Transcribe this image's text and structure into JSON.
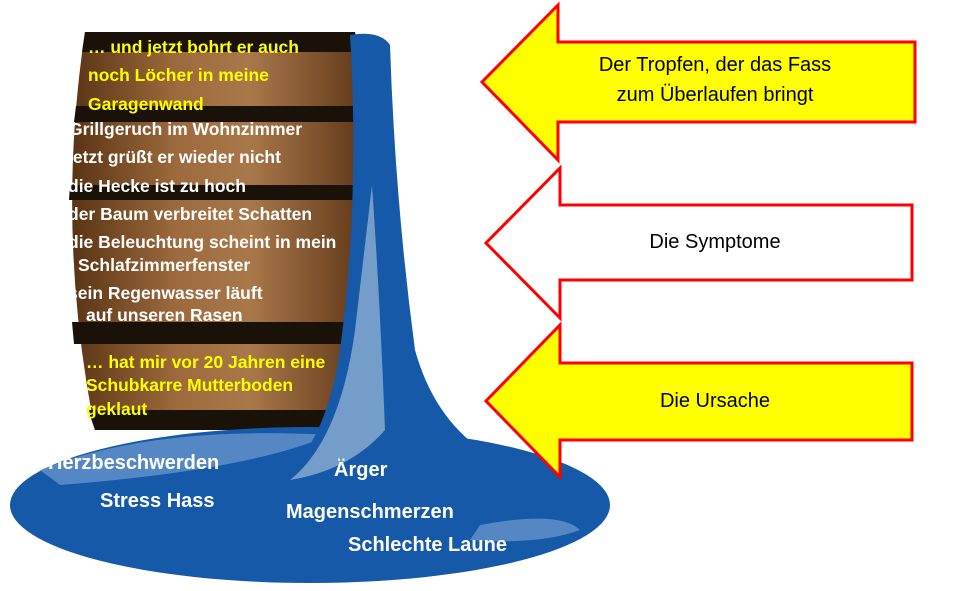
{
  "barrel": {
    "trigger_lines": [
      "… und jetzt bohrt er  auch",
      "noch Löcher in meine",
      "Garagenwand"
    ],
    "symptom_lines": [
      "Grillgeruch  im Wohnzimmer",
      "jetzt grüßt er wieder  nicht",
      "die Hecke ist zu hoch",
      "der Baum verbreitet Schatten",
      "die Beleuchtung scheint  in mein",
      "Schlafzimmerfenster",
      "sein Regenwasser läuft",
      "auf unseren Rasen"
    ],
    "cause_lines": [
      "… hat mir  vor 20 Jahren eine",
      "Schubkarre Mutterboden",
      "geklaut"
    ]
  },
  "puddle": {
    "words": [
      "Herzbeschwerden",
      "Stress  Hass",
      "Ärger",
      "Magenschmerzen",
      "Schlechte Laune"
    ]
  },
  "arrows": [
    {
      "lines": [
        "Der Tropfen, der das Fass",
        "zum Überlaufen bringt"
      ],
      "fill": "#ffff00"
    },
    {
      "lines": [
        "Die Symptome"
      ],
      "fill": "#ffffff"
    },
    {
      "lines": [
        "Die Ursache"
      ],
      "fill": "#ffff00"
    }
  ],
  "colors": {
    "arrow_border": "#ff0000",
    "water": "#1559a8",
    "barrel": "#8a5a2e"
  }
}
